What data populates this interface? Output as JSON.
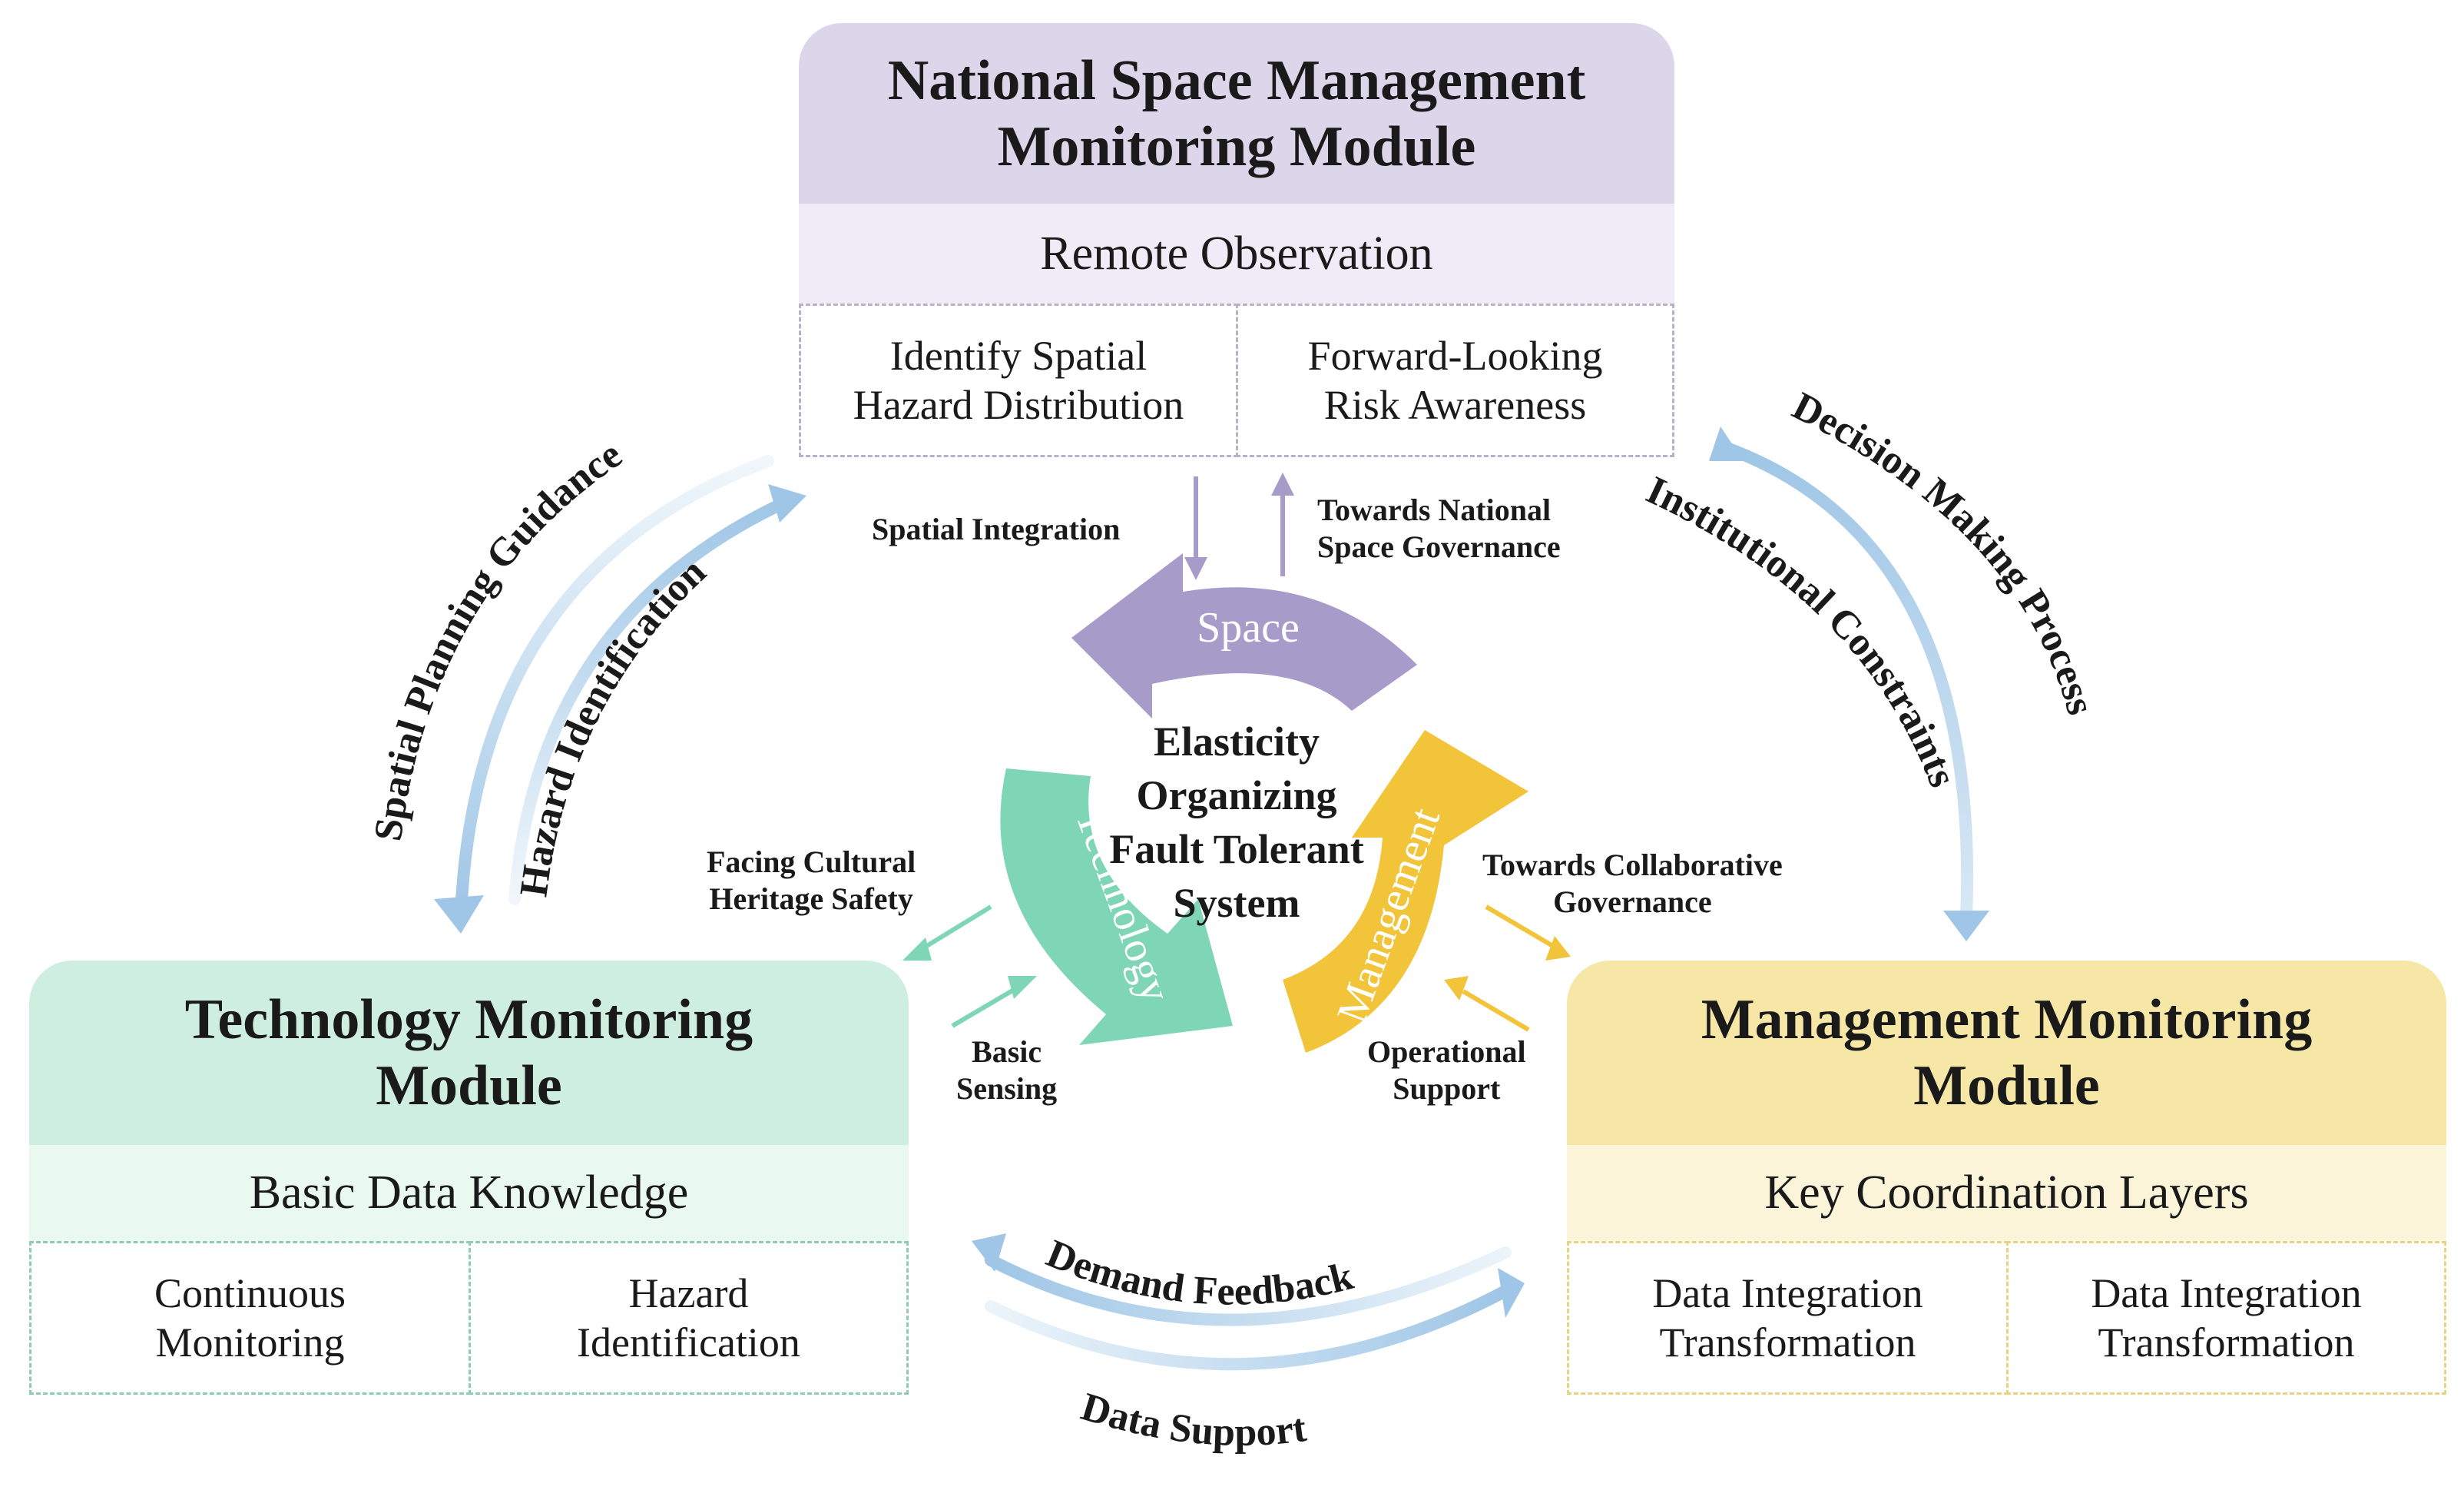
{
  "modules": {
    "space": {
      "title_line1": "National Space Management",
      "title_line2": "Monitoring Module",
      "subtitle": "Remote Observation",
      "cells": [
        "Identify Spatial Hazard Distribution",
        "Forward-Looking Risk Awareness"
      ],
      "head_color": "#dcd6ea",
      "sub_color": "#efebf7",
      "border_color": "#b8b2c6"
    },
    "technology": {
      "title_line1": "Technology Monitoring",
      "title_line2": "Module",
      "subtitle": "Basic Data Knowledge",
      "cells": [
        "Continuous Monitoring",
        "Hazard Identification"
      ],
      "head_color": "#cfeee2",
      "sub_color": "#eaf8f2",
      "border_color": "#8fcbb6"
    },
    "management": {
      "title_line1": "Management Monitoring",
      "title_line2": "Module",
      "subtitle": "Key Coordination Layers",
      "cells": [
        "Data Integration Transformation",
        "Data Integration Transformation"
      ],
      "head_color": "#f6e7a6",
      "sub_color": "#fbf4d8",
      "border_color": "#e8d384"
    }
  },
  "center": {
    "lines": [
      "Elasticity",
      "Organizing",
      "Fault Tolerant",
      "System"
    ]
  },
  "cycle_labels": {
    "space": "Space",
    "technology": "Technology",
    "management": "Management"
  },
  "cycle_colors": {
    "space": "#a79bc9",
    "technology": "#7ed6b6",
    "management": "#f2c43a"
  },
  "flows": {
    "spatial_integration": "Spatial Integration",
    "towards_national": [
      "Towards National",
      "Space Governance"
    ],
    "facing_cultural": [
      "Facing Cultural",
      "Heritage Safety"
    ],
    "basic_sensing": [
      "Basic",
      "Sensing"
    ],
    "towards_collaborative": [
      "Towards Collaborative",
      "Governance"
    ],
    "operational_support": [
      "Operational",
      "Support"
    ]
  },
  "curved": {
    "spatial_planning_guidance": "Spatial Planning Guidance",
    "hazard_identification": "Hazard Identification",
    "decision_making_process": "Decision Making Process",
    "institutional_constraints": "Institutional Constraints",
    "demand_feedback": "Demand Feedback",
    "data_support": "Data Support"
  },
  "colors": {
    "flow_arrow": "#9fc6e6"
  }
}
